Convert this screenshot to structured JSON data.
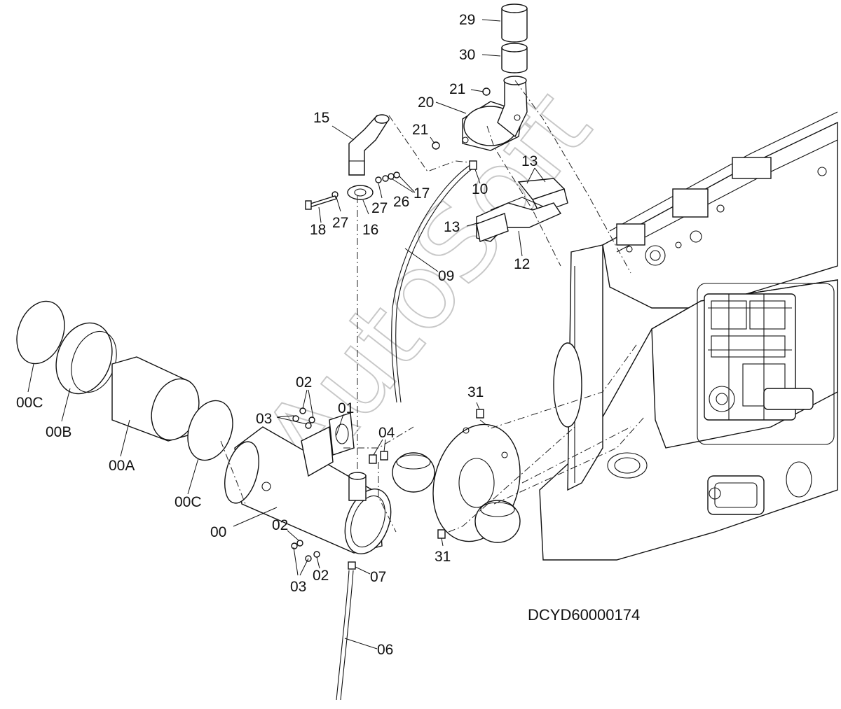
{
  "diagram": {
    "drawing_code": "DCYD60000174",
    "watermark": "AutoSoft",
    "callouts": [
      "29",
      "30",
      "21",
      "20",
      "21",
      "15",
      "10",
      "13",
      "13",
      "17",
      "26",
      "27",
      "27",
      "16",
      "18",
      "12",
      "09",
      "02",
      "03",
      "01",
      "04",
      "31",
      "00C",
      "00B",
      "00A",
      "00C",
      "00",
      "02",
      "03",
      "02",
      "07",
      "06",
      "31"
    ]
  }
}
